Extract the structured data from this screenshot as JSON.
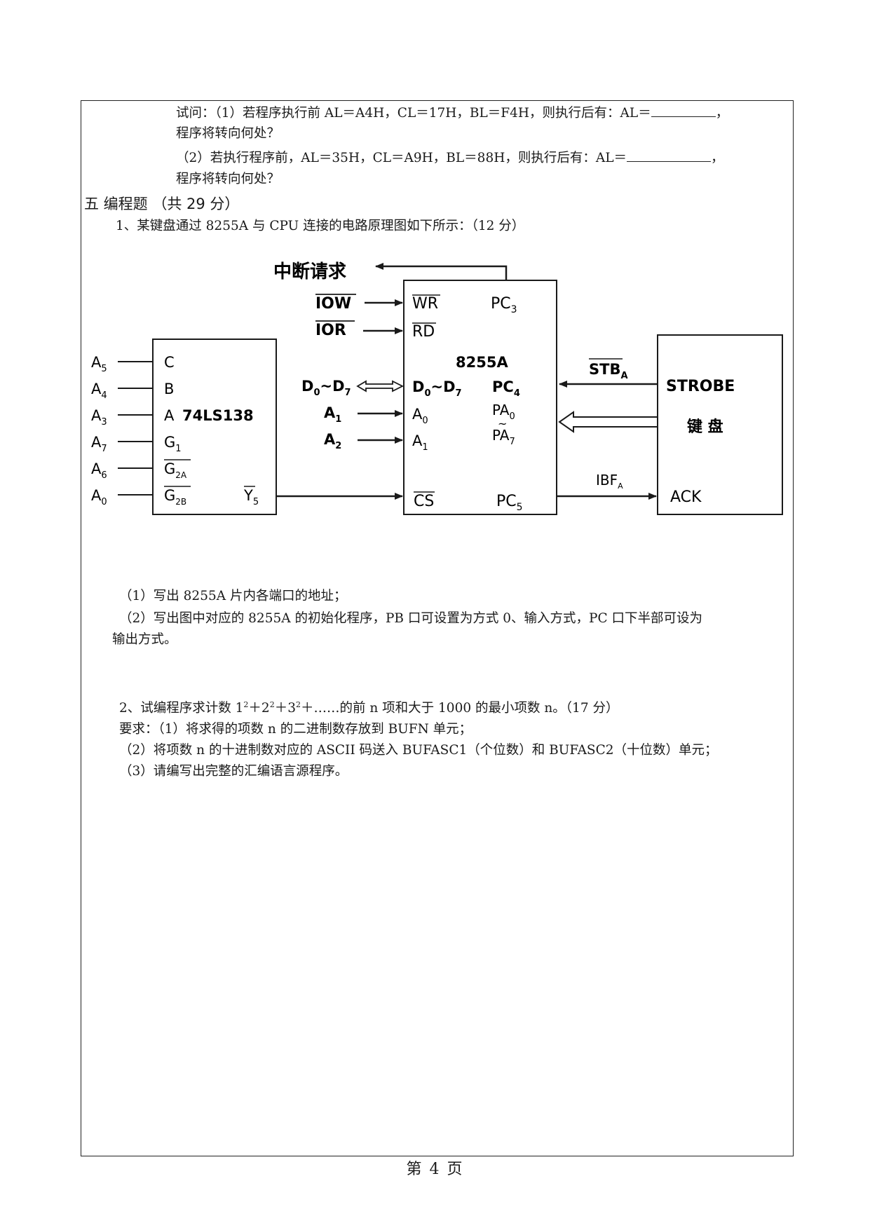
{
  "section4": {
    "q_line1_pre": "试问：（1）若程序执行前 AL＝A4H，CL＝17H，BL＝F4H，则执行后有：AL＝",
    "q_line1_post": "，",
    "q_line2": "程序将转向何处？",
    "q_line3_pre": "（2）若执行程序前，AL＝35H，CL＝A9H，BL＝88H，则执行后有：AL＝",
    "q_line3_post": "，",
    "q_line4": "程序将转向何处？"
  },
  "section5": {
    "heading": "五  编程题   （共 29 分）",
    "p1_intro": "1、某键盘通过 8255A 与 CPU 连接的电路原理图如下所示：（12 分）",
    "p1_q1": "（1）写出 8255A 片内各端口的地址；",
    "p1_q2_line1": "（2）写出图中对应的 8255A 的初始化程序，PB 口可设置为方式 0、输入方式，PC 口下半部可设为",
    "p1_q2_line2": "输出方式。",
    "p2_intro_a": "2、试编程序求计数 1",
    "p2_intro_b": "＋2",
    "p2_intro_c": "＋3",
    "p2_intro_d": "＋……的前 n 项和大于 1000 的最小项数 n。（17 分）",
    "p2_sup": "2",
    "p2_req1": "要求：（1）将求得的项数 n 的二进制数存放到 BUFN 单元；",
    "p2_req2": "（2）将项数 n 的十进制数对应的 ASCII 码送入 BUFASC1（个位数）和 BUFASC2（十位数）单元；",
    "p2_req3": "（3）请编写出完整的汇编语言源程序。"
  },
  "diagram": {
    "interrupt_request": "中断请求",
    "iow": "IOW",
    "ior": "IOR",
    "decoder": {
      "name": "74LS138",
      "pin_c": "C",
      "pin_b": "B",
      "pin_a": "A",
      "pin_g1": "G",
      "pin_g1_sub": "1",
      "pin_g2a": "G",
      "pin_g2a_sub": "2A",
      "pin_g2b": "G",
      "pin_g2b_sub": "2B",
      "pin_y5": "Y",
      "pin_y5_sub": "5"
    },
    "address_inputs": [
      {
        "base": "A",
        "sub": "5"
      },
      {
        "base": "A",
        "sub": "4"
      },
      {
        "base": "A",
        "sub": "3"
      },
      {
        "base": "A",
        "sub": "7"
      },
      {
        "base": "A",
        "sub": "6"
      },
      {
        "base": "A",
        "sub": "0"
      }
    ],
    "bus_d": {
      "a": "D",
      "a_sub": "0",
      "sep": "~",
      "b": "D",
      "b_sub": "7"
    },
    "a1": {
      "base": "A",
      "sub": "1"
    },
    "a2": {
      "base": "A",
      "sub": "2"
    },
    "chip": {
      "name": "8255A",
      "wr": "WR",
      "rd": "RD",
      "pc3": "PC",
      "pc3_sub": "3",
      "d_a": "D",
      "d_a_sub": "0",
      "d_sep": "~",
      "d_b": "D",
      "d_b_sub": "7",
      "pc4": "PC",
      "pc4_sub": "4",
      "a0": "A",
      "a0_sub": "0",
      "a1": "A",
      "a1_sub": "1",
      "pa0": "PA",
      "pa0_sub": "0",
      "pa_tilde": "~",
      "pa7": "PA",
      "pa7_sub": "7",
      "cs": "CS",
      "pc5": "PC",
      "pc5_sub": "5"
    },
    "stb": "STB",
    "stb_sub": "A",
    "ibf": "IBF",
    "ibf_sub": "A",
    "keyboard": {
      "strobe": "STROBE",
      "name": "键 盘",
      "ack": "ACK"
    }
  },
  "footer": {
    "page": "第  4  页"
  }
}
